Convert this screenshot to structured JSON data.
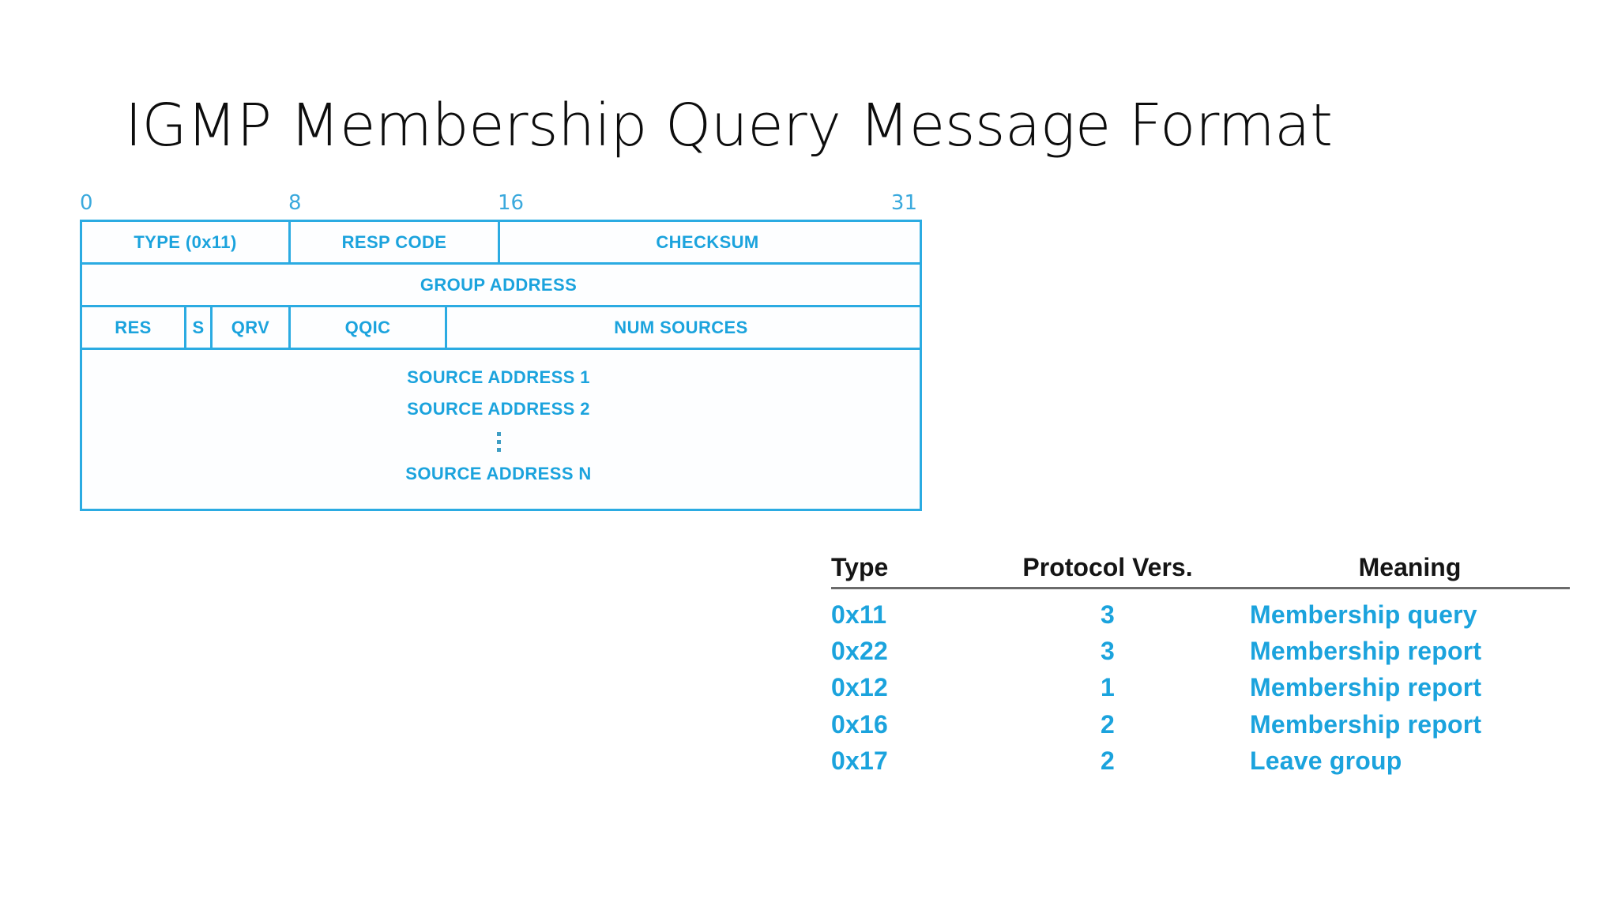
{
  "title": "IGMP Membership Query Message Format",
  "packet_diagram": {
    "bit_ruler": [
      "0",
      "8",
      "16",
      "31"
    ],
    "rows": [
      {
        "cells": [
          {
            "label": "TYPE (0x11)",
            "bits": 8
          },
          {
            "label": "RESP CODE",
            "bits": 8
          },
          {
            "label": "CHECKSUM",
            "bits": 16
          }
        ]
      },
      {
        "cells": [
          {
            "label": "GROUP ADDRESS",
            "bits": 32
          }
        ]
      },
      {
        "cells": [
          {
            "label": "RES",
            "bits": 4
          },
          {
            "label": "S",
            "bits": 1
          },
          {
            "label": "QRV",
            "bits": 3
          },
          {
            "label": "QQIC",
            "bits": 6
          },
          {
            "label": "NUM SOURCES",
            "bits": 18
          }
        ]
      }
    ],
    "source_block": {
      "lines": [
        "SOURCE ADDRESS 1",
        "SOURCE ADDRESS 2"
      ],
      "ellipsis": "vertical-ellipsis",
      "last_line": "SOURCE ADDRESS N"
    }
  },
  "type_table": {
    "headers": [
      "Type",
      "Protocol Vers.",
      "Meaning"
    ],
    "rows": [
      {
        "type": "0x11",
        "vers": "3",
        "meaning": "Membership query"
      },
      {
        "type": "0x22",
        "vers": "3",
        "meaning": "Membership report"
      },
      {
        "type": "0x12",
        "vers": "1",
        "meaning": "Membership report"
      },
      {
        "type": "0x16",
        "vers": "2",
        "meaning": "Membership report"
      },
      {
        "type": "0x17",
        "vers": "2",
        "meaning": "Leave group"
      }
    ]
  },
  "colors": {
    "accent_blue": "#1ba3dd",
    "border_blue": "#2babe2",
    "ruler_blue": "#3aa9dd",
    "header_black": "#141414",
    "rule_gray": "#6b6b6b"
  }
}
